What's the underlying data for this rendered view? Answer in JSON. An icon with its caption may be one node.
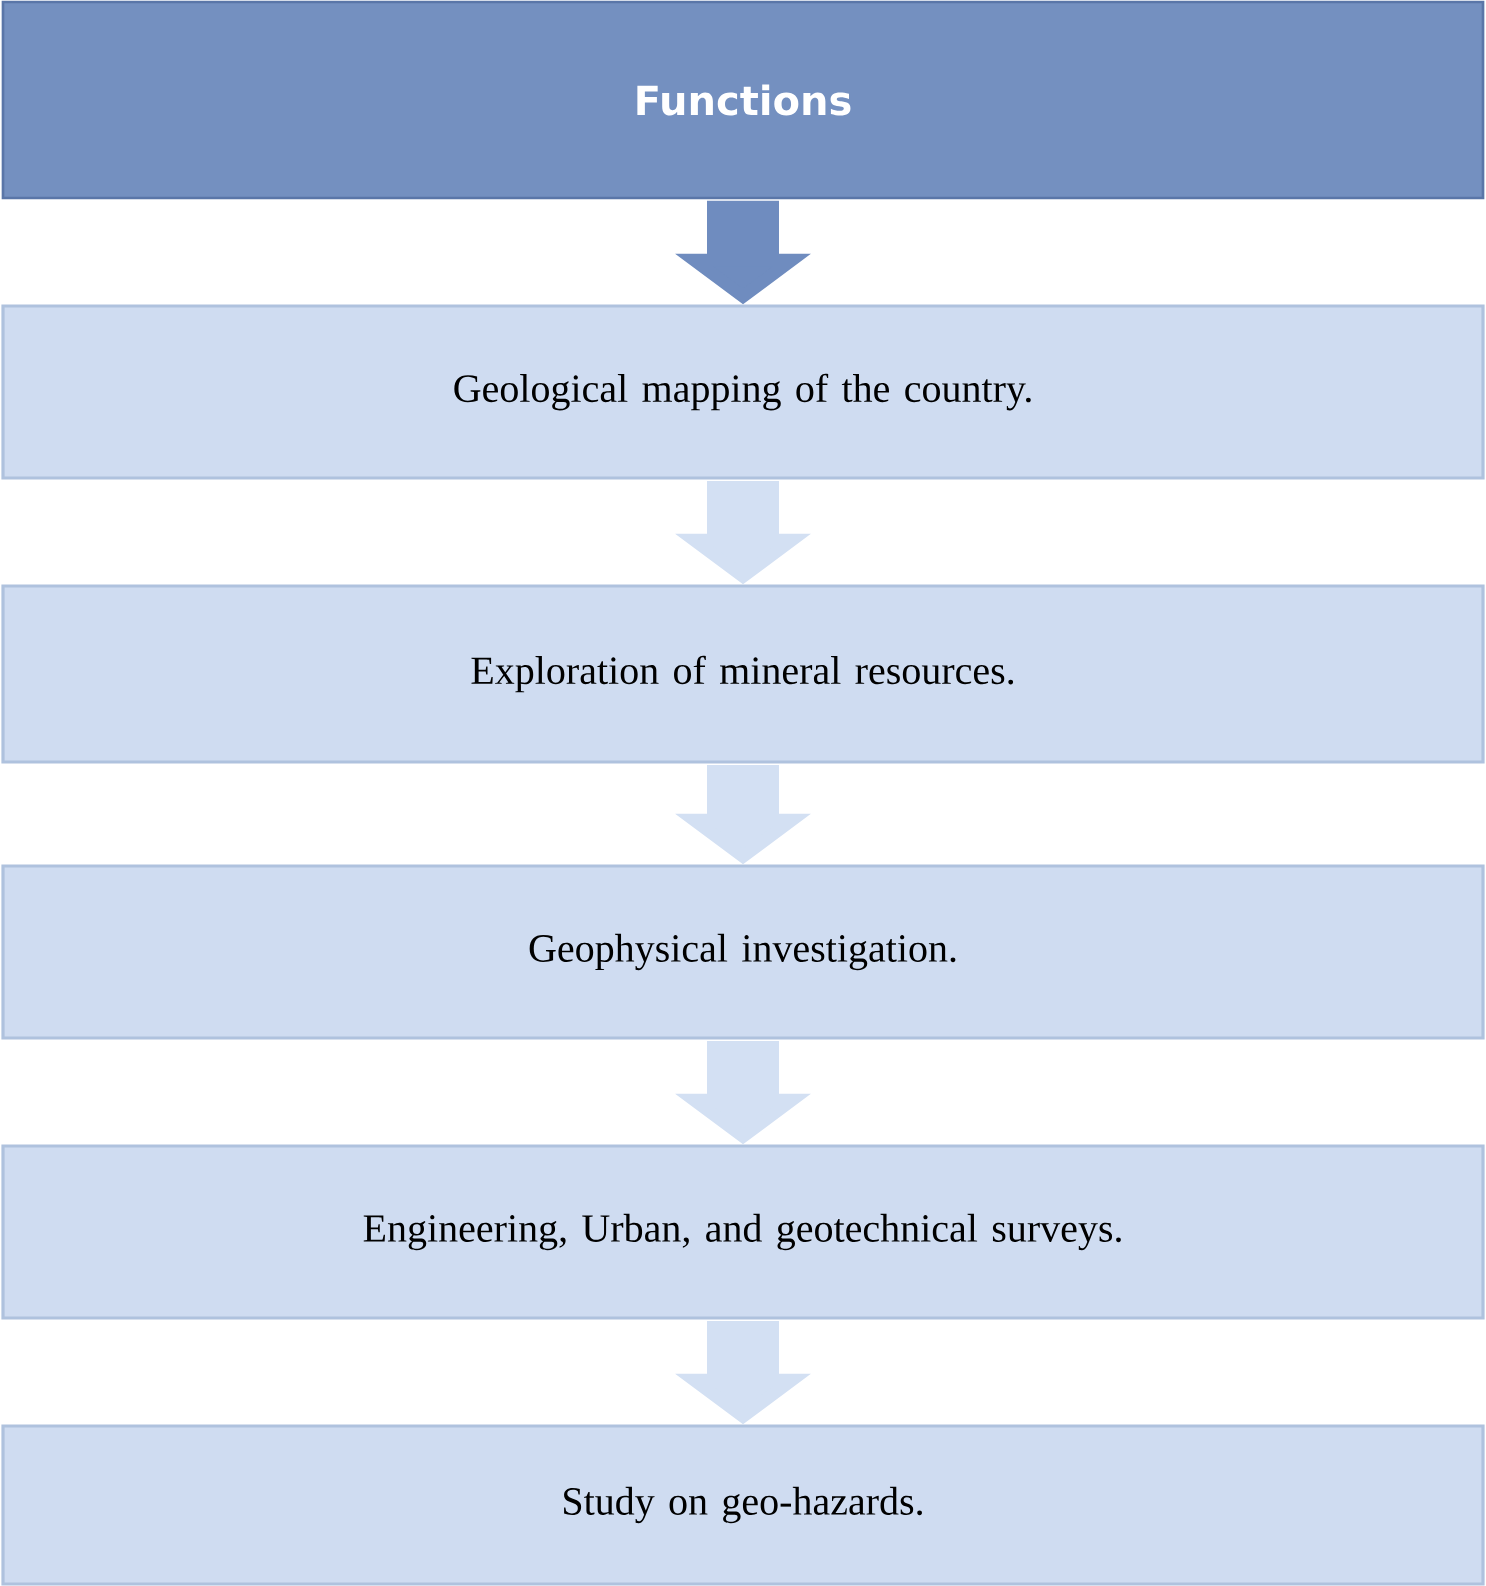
{
  "diagram": {
    "nodes": [
      {
        "text": [
          "Functions"
        ]
      },
      {
        "text": [
          "Geological mapping of the country."
        ]
      },
      {
        "text": [
          "Exploration of mineral resources."
        ]
      },
      {
        "text": [
          "Geophysical investigation."
        ]
      },
      {
        "text": [
          "Engineering, Urban, and geotechnical surveys."
        ]
      },
      {
        "text": [
          "Study on geo-hazards."
        ]
      }
    ],
    "edges": [
      {
        "from": 0,
        "to": 1,
        "arrow": "to",
        "color": "#6f8cbf"
      },
      {
        "from": 1,
        "to": 2,
        "arrow": "to"
      },
      {
        "from": 2,
        "to": 3,
        "arrow": "to"
      },
      {
        "from": 3,
        "to": 4,
        "arrow": "to"
      },
      {
        "from": 4,
        "to": 5,
        "arrow": "to"
      }
    ]
  }
}
